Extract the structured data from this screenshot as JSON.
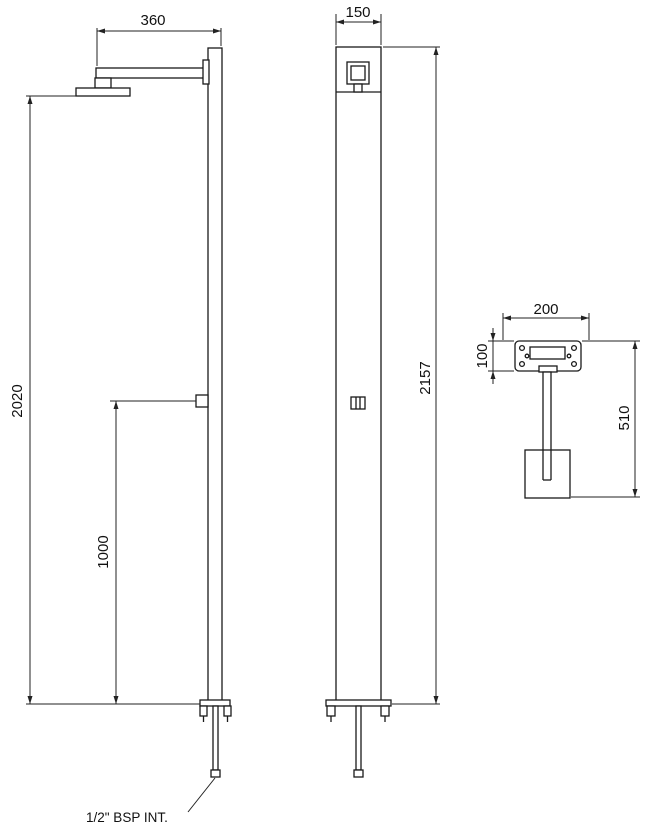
{
  "dimensions": {
    "arm_reach": "360",
    "head_height": "2020",
    "mixer_height": "1000",
    "column_width": "150",
    "total_height": "2157",
    "base_width": "200",
    "base_depth": "100",
    "base_offset": "510"
  },
  "note": {
    "connection": "1/2\" BSP INT."
  }
}
